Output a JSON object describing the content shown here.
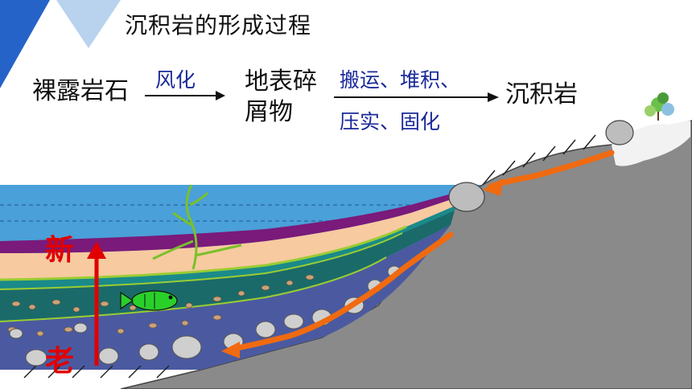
{
  "title": "沉积岩的形成过程",
  "flow": {
    "step1": "裸露岩石",
    "arrow1_label": "风化",
    "step2_line1": "地表碎",
    "step2_line2": "屑物",
    "arrow2_label_line1": "搬运、堆积、",
    "arrow2_label_line2": "压实、固化",
    "step3": "沉积岩"
  },
  "age_axis": {
    "top_label": "新",
    "bottom_label": "老",
    "color": "#e00000"
  },
  "colors": {
    "water": "#4aa0d8",
    "layer_purple": "#7a1a7a",
    "layer_sand": "#f7caa0",
    "layer_teal": "#1a8a8a",
    "layer_pebble": "#1b6a6a",
    "layer_bottom": "#4b5aa0",
    "rock": "#8a8a8a",
    "flow_arrow": "#f06a10",
    "accent_blue": "#1a2a9a"
  }
}
